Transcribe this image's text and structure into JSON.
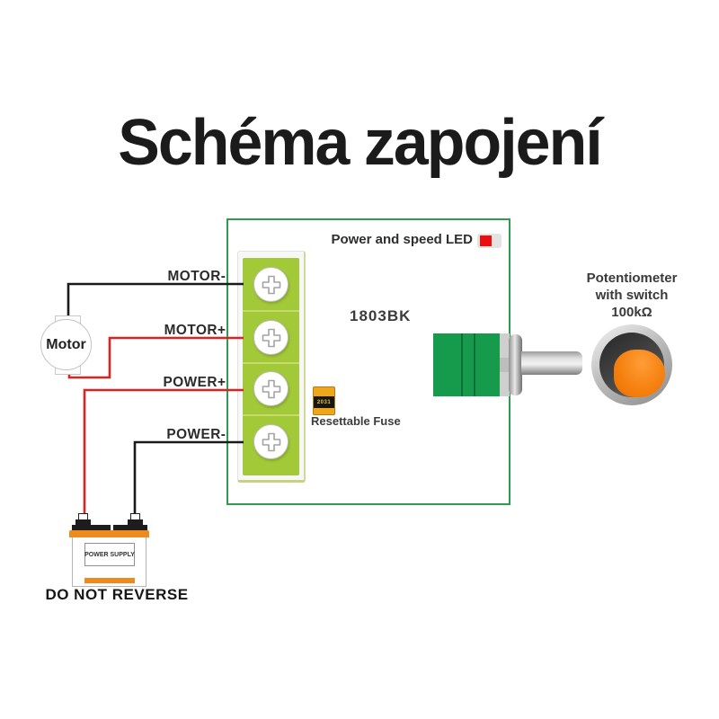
{
  "title": "Schéma zapojení",
  "board": {
    "model": "1803BK",
    "led_label": "Power and speed LED",
    "fuse_label": "Resettable Fuse",
    "fuse_marking": "2031"
  },
  "wires": {
    "motor_minus": {
      "label": "MOTOR-",
      "color": "#1a1a1a"
    },
    "motor_plus": {
      "label": "MOTOR+",
      "color": "#dd2222"
    },
    "power_plus": {
      "label": "POWER+",
      "color": "#dd2222"
    },
    "power_minus": {
      "label": "POWER-",
      "color": "#1a1a1a"
    }
  },
  "motor": {
    "label": "Motor"
  },
  "power_supply": {
    "label": "POWER SUPPLY",
    "warning": "DO NOT REVERSE"
  },
  "potentiometer": {
    "line1": "Potentiometer",
    "line2": "with switch",
    "line3": "100kΩ"
  },
  "colors": {
    "pcb_border": "#2d9c4e",
    "terminal_green": "#a2c938",
    "pot_green": "#169a4c",
    "battery_orange": "#ee8b1e",
    "led_red": "#e81010",
    "fuse_yellow": "#f0a61a",
    "wire_red": "#dd2222",
    "wire_black": "#1a1a1a"
  }
}
